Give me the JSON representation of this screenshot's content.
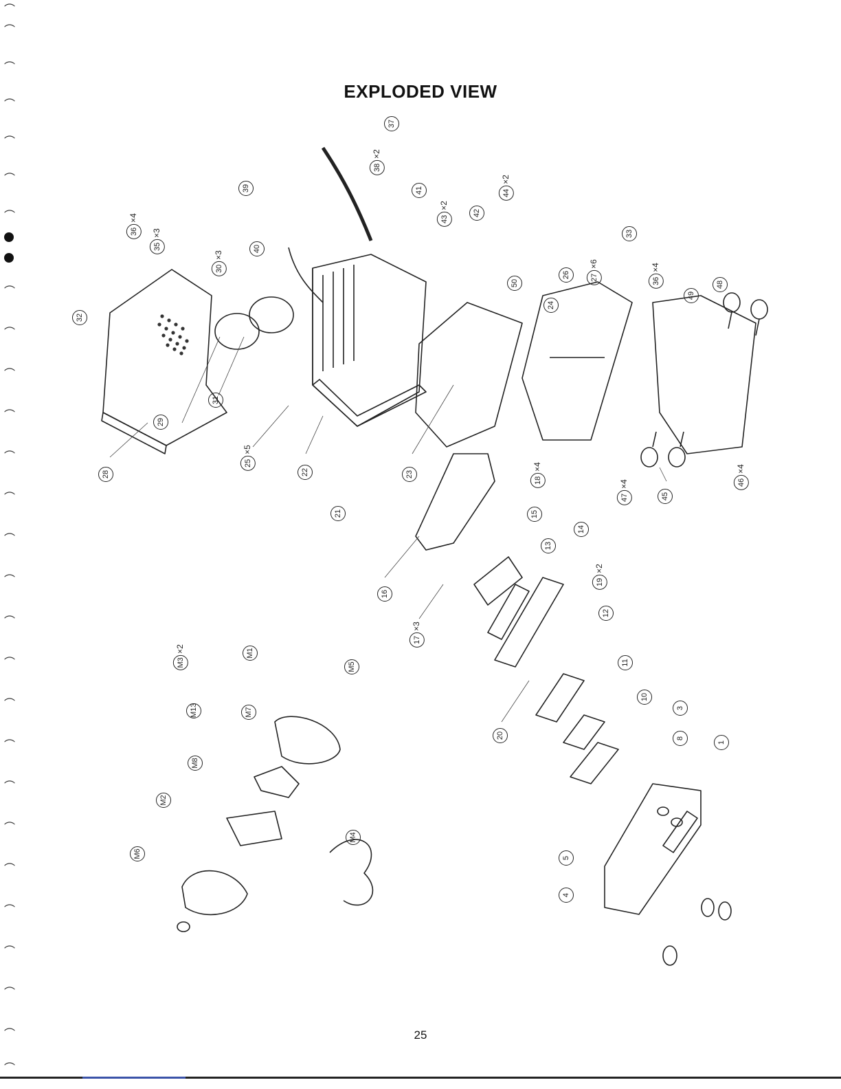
{
  "page": {
    "title": "EXPLODED VIEW",
    "page_number": "25"
  },
  "callouts": [
    {
      "num": "37",
      "qty": ""
    },
    {
      "num": "38",
      "qty": "×2"
    },
    {
      "num": "41",
      "qty": ""
    },
    {
      "num": "39",
      "qty": ""
    },
    {
      "num": "43",
      "qty": "×2"
    },
    {
      "num": "42",
      "qty": ""
    },
    {
      "num": "44",
      "qty": "×2"
    },
    {
      "num": "40",
      "qty": ""
    },
    {
      "num": "36",
      "qty": "×4"
    },
    {
      "num": "35",
      "qty": "×3"
    },
    {
      "num": "30",
      "qty": "×3"
    },
    {
      "num": "33",
      "qty": ""
    },
    {
      "num": "27",
      "qty": "×6"
    },
    {
      "num": "26",
      "qty": ""
    },
    {
      "num": "24",
      "qty": ""
    },
    {
      "num": "50",
      "qty": ""
    },
    {
      "num": "36",
      "qty": "×4"
    },
    {
      "num": "32",
      "qty": ""
    },
    {
      "num": "48",
      "qty": ""
    },
    {
      "num": "49",
      "qty": ""
    },
    {
      "num": "29",
      "qty": ""
    },
    {
      "num": "31",
      "qty": ""
    },
    {
      "num": "25",
      "qty": "×5"
    },
    {
      "num": "22",
      "qty": ""
    },
    {
      "num": "23",
      "qty": ""
    },
    {
      "num": "28",
      "qty": ""
    },
    {
      "num": "47",
      "qty": "×4"
    },
    {
      "num": "45",
      "qty": ""
    },
    {
      "num": "46",
      "qty": "×4"
    },
    {
      "num": "18",
      "qty": "×4"
    },
    {
      "num": "21",
      "qty": ""
    },
    {
      "num": "15",
      "qty": ""
    },
    {
      "num": "13",
      "qty": ""
    },
    {
      "num": "14",
      "qty": ""
    },
    {
      "num": "16",
      "qty": ""
    },
    {
      "num": "19",
      "qty": "×2"
    },
    {
      "num": "17",
      "qty": "×3"
    },
    {
      "num": "12",
      "qty": ""
    },
    {
      "num": "M3",
      "qty": "×2"
    },
    {
      "num": "M1",
      "qty": ""
    },
    {
      "num": "M5",
      "qty": ""
    },
    {
      "num": "11",
      "qty": ""
    },
    {
      "num": "M13",
      "qty": ""
    },
    {
      "num": "M7",
      "qty": ""
    },
    {
      "num": "20",
      "qty": ""
    },
    {
      "num": "10",
      "qty": ""
    },
    {
      "num": "3",
      "qty": ""
    },
    {
      "num": "8",
      "qty": ""
    },
    {
      "num": "M8",
      "qty": ""
    },
    {
      "num": "1",
      "qty": ""
    },
    {
      "num": "M2",
      "qty": ""
    },
    {
      "num": "M4",
      "qty": ""
    },
    {
      "num": "M6",
      "qty": ""
    },
    {
      "num": "5",
      "qty": ""
    },
    {
      "num": "4",
      "qty": ""
    }
  ]
}
